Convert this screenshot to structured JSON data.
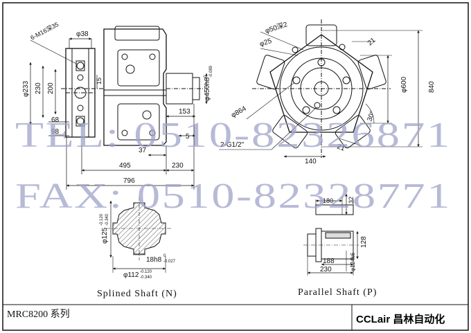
{
  "left_view": {
    "dims": {
      "d38": "φ38",
      "thread": "6-M16深35",
      "d233": "φ233",
      "v230": "230",
      "v200": "200",
      "v15": "15",
      "v68": "68",
      "v98": "98",
      "d450": "φ450h8",
      "d450_tol_up": "0",
      "d450_tol_dn": "-0.089",
      "v153": "153",
      "v5": "5",
      "v37": "37",
      "v495": "495",
      "v230b": "230",
      "v796": "796"
    }
  },
  "right_view": {
    "dims": {
      "d50": "φ50深2",
      "d25": "φ25",
      "v21a": "21",
      "v600": "φ600",
      "v840": "840",
      "d864": "φ864",
      "angle": "30°",
      "port": "2-G1/2\"",
      "v21b": "21",
      "v140": "140"
    }
  },
  "splined": {
    "dims": {
      "d125": "φ125",
      "d125_tol_up": "-0.120",
      "d125_tol_dn": "-0.340",
      "h18": "18h8",
      "h18_tol_up": "0",
      "h18_tol_dn": "-0.027",
      "d112": "φ112",
      "d112_tol_up": "-0.120",
      "d112_tol_dn": "-0.340"
    },
    "caption": "Splined Shaft (N)"
  },
  "parallel": {
    "dims": {
      "v180": "180",
      "v32": "32",
      "v128": "128",
      "v188": "188",
      "v230": "230",
      "d124": "φ124k6"
    },
    "caption": "Parallel Shaft (P)"
  },
  "watermark": {
    "tel": "TEL: 0510-82326871",
    "fax": "FAX: 0510-82328771"
  },
  "model_label": "MRC8200 系列",
  "brand_label": "CCLair 昌林自动化"
}
